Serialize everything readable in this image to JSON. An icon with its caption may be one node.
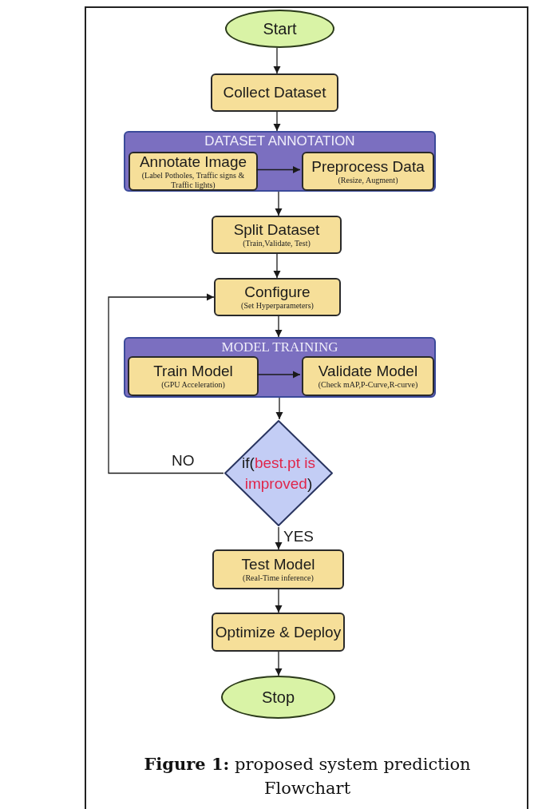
{
  "diagram": {
    "caption": "**Figure 1:** proposed system prediction Flowchart",
    "nodes": [
      {
        "text": [
          "Start"
        ]
      },
      {
        "text": [
          "Collect Dataset"
        ]
      },
      {
        "text": [
          "DATASET ANNOTATION"
        ]
      },
      {
        "text": [
          "Annotate Image",
          "(Label Potholes, Traffic signs & Traffic lights)"
        ],
        "in": 2
      },
      {
        "text": [
          "Preprocess Data",
          "(Resize, Augment)"
        ],
        "in": 2
      },
      {
        "text": [
          "Split Dataset",
          "(Train,Validate, Test)"
        ]
      },
      {
        "text": [
          "Configure",
          "(Set Hyperparameters)"
        ]
      },
      {
        "text": [
          "MODEL TRAINING"
        ]
      },
      {
        "text": [
          "Train Model",
          "(GPU Acceleration)"
        ],
        "in": 7
      },
      {
        "text": [
          "Validate Model",
          "(Check mAP,P-Curve,R-curve)"
        ],
        "in": 7
      },
      {
        "text": [
          "if(best.pt is improved)"
        ]
      },
      {
        "text": [
          "Test Model",
          "(Real-Time inference)"
        ]
      },
      {
        "text": [
          "Optimize & Deploy"
        ]
      },
      {
        "text": [
          "Stop"
        ]
      }
    ],
    "edges": [
      {
        "from": 0,
        "to": 1,
        "arrow": "to"
      },
      {
        "from": 1,
        "to": 2,
        "arrow": "to"
      },
      {
        "from": 3,
        "to": 4,
        "arrow": "to"
      },
      {
        "from": 2,
        "to": 5,
        "arrow": "to"
      },
      {
        "from": 5,
        "to": 6,
        "arrow": "to"
      },
      {
        "from": 6,
        "to": 7,
        "arrow": "to"
      },
      {
        "from": 8,
        "to": 9,
        "arrow": "to"
      },
      {
        "from": 7,
        "to": 10,
        "arrow": "to"
      },
      {
        "from": 10,
        "to": 6,
        "arrow": "to",
        "label": "NO"
      },
      {
        "from": 10,
        "to": 11,
        "arrow": "to",
        "label": "YES"
      },
      {
        "from": 11,
        "to": 12,
        "arrow": "to"
      },
      {
        "from": 12,
        "to": 13,
        "arrow": "to"
      }
    ]
  }
}
